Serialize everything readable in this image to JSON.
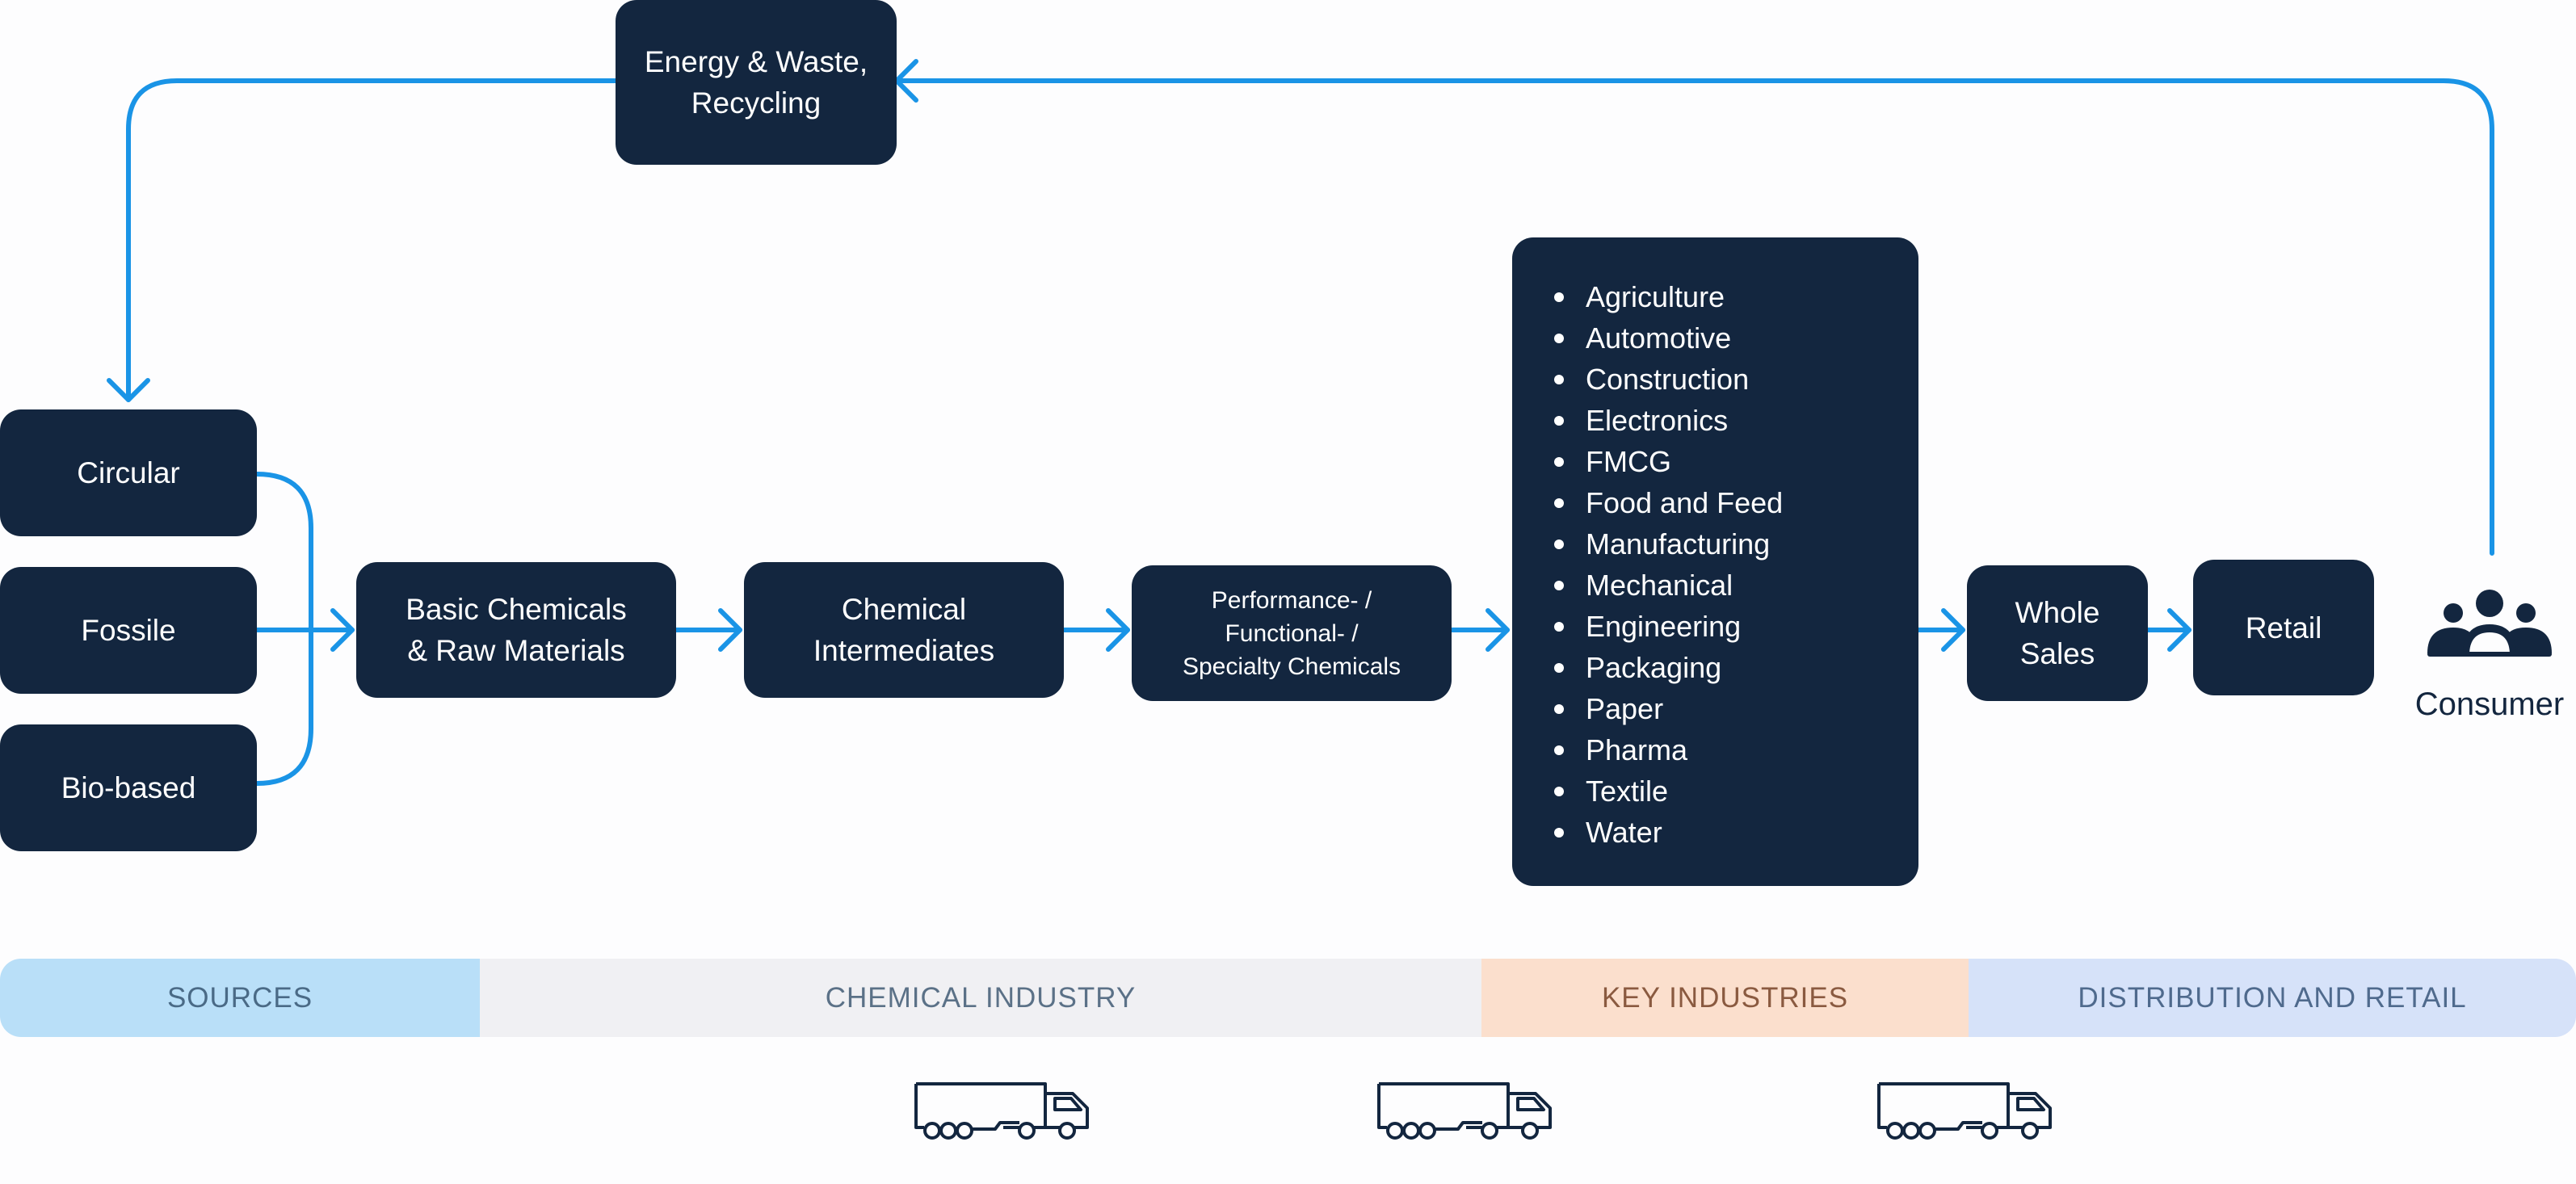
{
  "nodes": {
    "energy": "Energy & Waste,\nRecycling",
    "circular": "Circular",
    "fossile": "Fossile",
    "bio": "Bio-based",
    "basic": "Basic Chemicals\n& Raw Materials",
    "intermediates": "Chemical\nIntermediates",
    "performance": "Performance- /\nFunctional- /\nSpecialty Chemicals",
    "wholesales": "Whole\nSales",
    "retail": "Retail",
    "consumer": "Consumer"
  },
  "industries": [
    "Agriculture",
    "Automotive",
    "Construction",
    "Electronics",
    "FMCG",
    "Food and Feed",
    "Manufacturing",
    "Mechanical",
    "Engineering",
    "Packaging",
    "Paper",
    "Pharma",
    "Textile",
    "Water"
  ],
  "bands": {
    "sources": "SOURCES",
    "chemical_industry": "CHEMICAL INDUSTRY",
    "key_industries": "KEY INDUSTRIES",
    "distribution": "DISTRIBUTION AND RETAIL"
  },
  "icons": {
    "consumer": "people-group-icon",
    "truck": "truck-icon"
  },
  "colors": {
    "node_fill": "#13263f",
    "arrow": "#1a94e6",
    "sources_band": "#b9dff8",
    "chemical_band": "#f0f0f3",
    "key_band": "#fbdfcd",
    "distribution_band": "#d6e2f9"
  }
}
